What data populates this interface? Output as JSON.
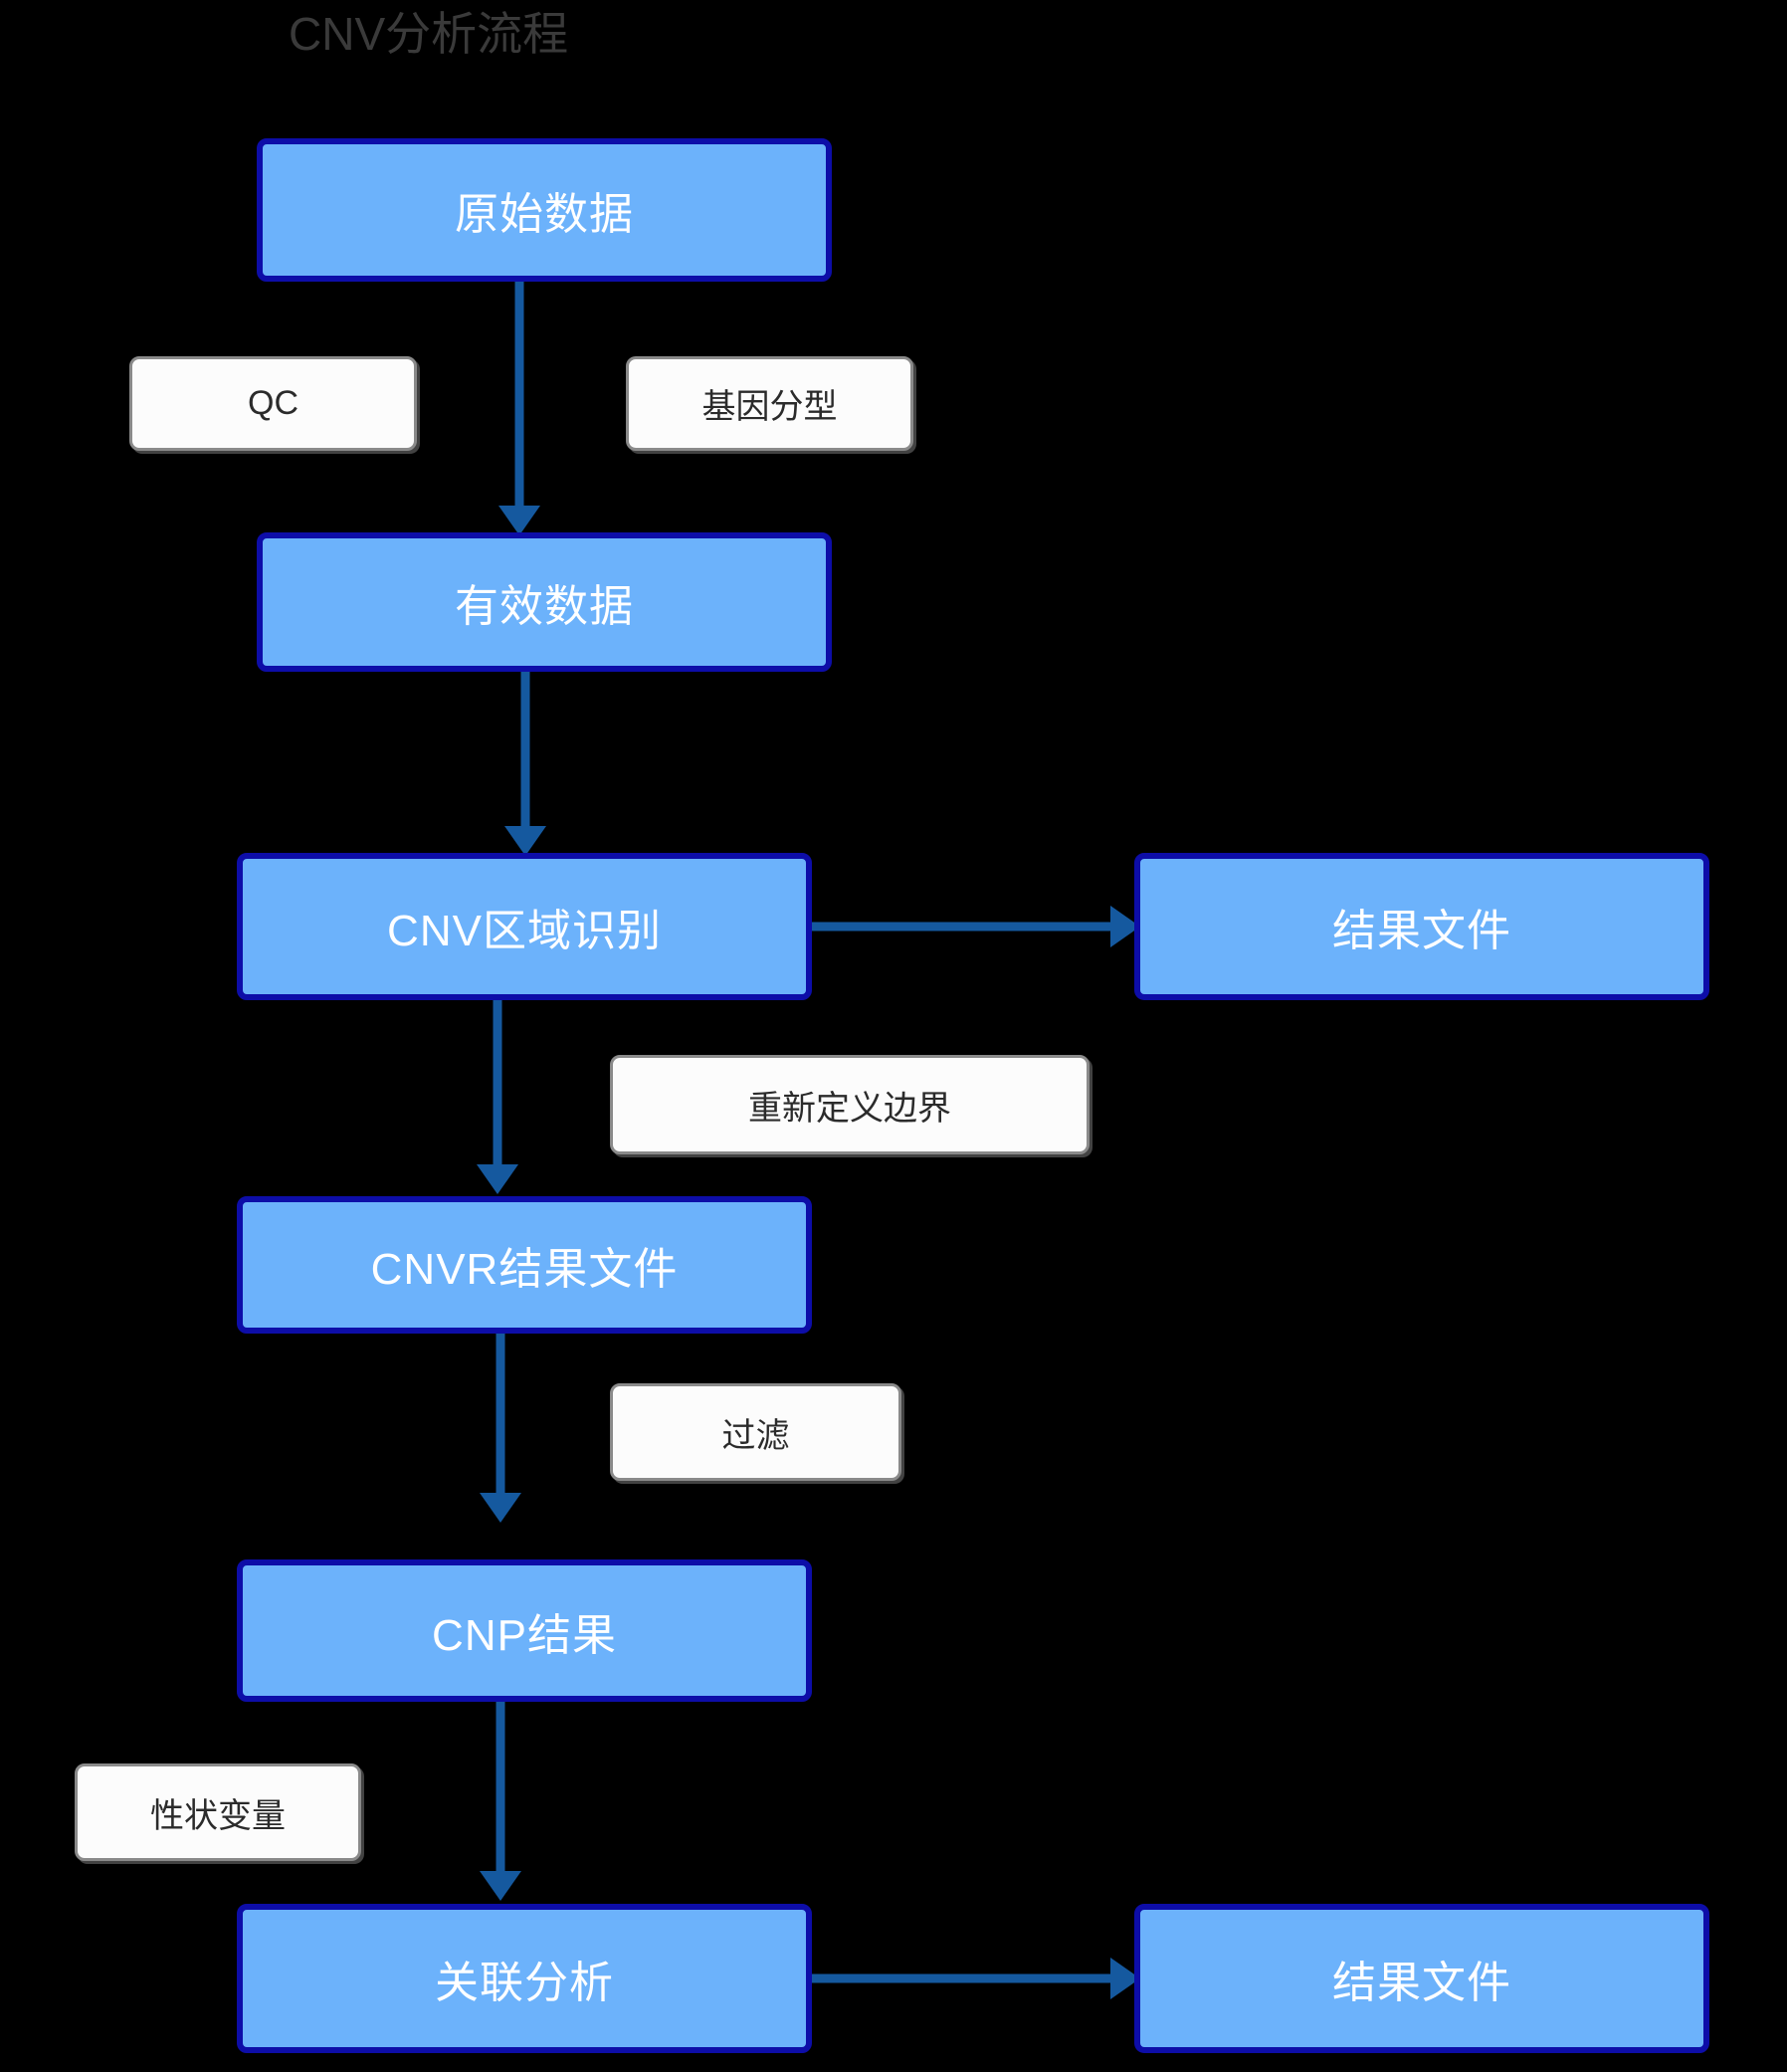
{
  "title": "CNV分析流程",
  "theme": {
    "background": "#000000",
    "node_fill": "#6cb2fb",
    "node_border": "#0d0da8",
    "node_text": "#ffffff",
    "label_fill": "#fcfcfc",
    "label_border": "#8a8a8a",
    "label_text": "#2b2b2b",
    "arrow": "#15599f",
    "title_text": "#3a3a3a"
  },
  "diagram": {
    "type": "flowchart",
    "direction": "top-to-bottom",
    "nodes": [
      {
        "id": "raw-data",
        "label": "原始数据"
      },
      {
        "id": "valid-data",
        "label": "有效数据"
      },
      {
        "id": "cnv-region",
        "label": "CNV区域识别"
      },
      {
        "id": "result-file-1",
        "label": "结果文件"
      },
      {
        "id": "cnvr-result",
        "label": "CNVR结果文件"
      },
      {
        "id": "cnp-result",
        "label": "CNP结果"
      },
      {
        "id": "assoc-analysis",
        "label": "关联分析"
      },
      {
        "id": "result-file-2",
        "label": "结果文件"
      }
    ],
    "edge_labels": [
      {
        "id": "qc",
        "label": "QC"
      },
      {
        "id": "genotyping",
        "label": "基因分型"
      },
      {
        "id": "redefine-bound",
        "label": "重新定义边界"
      },
      {
        "id": "filter",
        "label": "过滤"
      },
      {
        "id": "trait-variable",
        "label": "性状变量"
      }
    ],
    "edges": [
      {
        "from": "raw-data",
        "to": "valid-data",
        "labels": [
          "qc",
          "genotyping"
        ]
      },
      {
        "from": "valid-data",
        "to": "cnv-region",
        "labels": []
      },
      {
        "from": "cnv-region",
        "to": "result-file-1",
        "labels": []
      },
      {
        "from": "cnv-region",
        "to": "cnvr-result",
        "labels": [
          "redefine-bound"
        ]
      },
      {
        "from": "cnvr-result",
        "to": "cnp-result",
        "labels": [
          "filter"
        ]
      },
      {
        "from": "cnp-result",
        "to": "assoc-analysis",
        "labels": [
          "trait-variable"
        ]
      },
      {
        "from": "assoc-analysis",
        "to": "result-file-2",
        "labels": []
      }
    ]
  }
}
